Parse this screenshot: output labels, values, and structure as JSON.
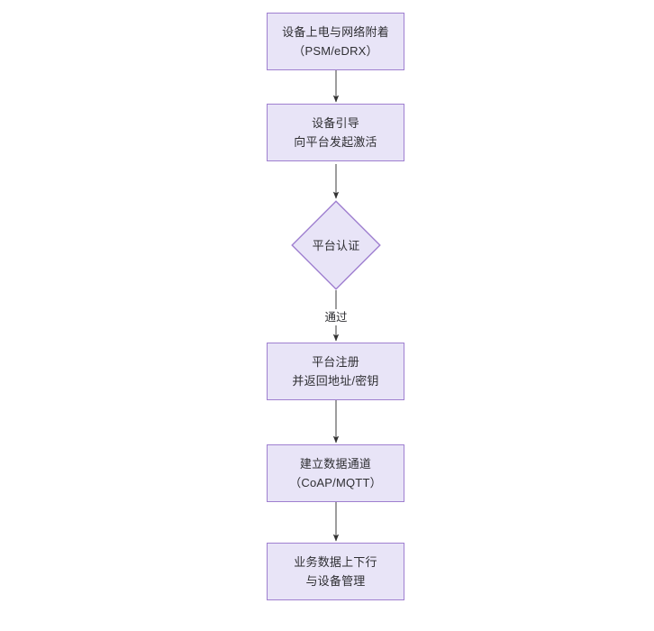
{
  "diagram": {
    "type": "flowchart",
    "orientation": "top-to-bottom",
    "background_color": "#ffffff",
    "node_fill_color": "#e8e4f7",
    "node_border_color": "#9f7fd0",
    "text_color": "#2f2f33",
    "edge_color": "#4d4d4d",
    "nodes": [
      {
        "id": "power-on",
        "shape": "rectangle",
        "line1": "设备上电与网络附着",
        "line2": "（PSM/eDRX）",
        "text": "设备上电与网络附着\n（PSM/eDRX）"
      },
      {
        "id": "bootstrap",
        "shape": "rectangle",
        "line1": "设备引导",
        "line2": "向平台发起激活",
        "text": "设备引导\n向平台发起激活"
      },
      {
        "id": "platform-auth",
        "shape": "diamond",
        "line1": "平台认证",
        "line2": "",
        "text": "平台认证"
      },
      {
        "id": "platform-register",
        "shape": "rectangle",
        "line1": "平台注册",
        "line2": "并返回地址/密钥",
        "text": "平台注册\n并返回地址/密钥"
      },
      {
        "id": "data-channel",
        "shape": "rectangle",
        "line1": "建立数据通道",
        "line2": "（CoAP/MQTT）",
        "text": "建立数据通道\n（CoAP/MQTT）"
      },
      {
        "id": "service-data",
        "shape": "rectangle",
        "line1": "业务数据上下行",
        "line2": "与设备管理",
        "text": "业务数据上下行\n与设备管理"
      }
    ],
    "edges": [
      {
        "from": "power-on",
        "to": "bootstrap",
        "label": ""
      },
      {
        "from": "bootstrap",
        "to": "platform-auth",
        "label": ""
      },
      {
        "from": "platform-auth",
        "to": "platform-register",
        "label": "通过"
      },
      {
        "from": "platform-register",
        "to": "data-channel",
        "label": ""
      },
      {
        "from": "data-channel",
        "to": "service-data",
        "label": ""
      },
      {
        "from": "service-data",
        "to": "",
        "label": ""
      }
    ]
  }
}
